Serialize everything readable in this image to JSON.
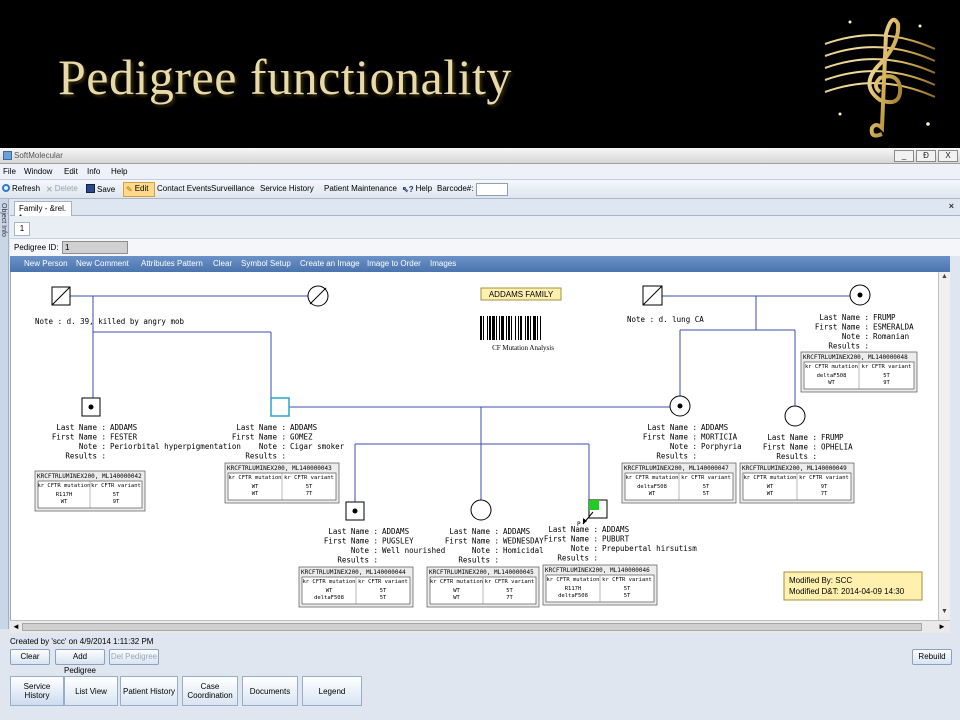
{
  "slide": {
    "title": "Pedigree functionality"
  },
  "app": {
    "window_title": "SoftMolecular",
    "window_buttons": [
      "_",
      "Ɖ",
      "X"
    ],
    "menu": [
      "File",
      "Window",
      "Edit",
      "Info",
      "Help"
    ],
    "toolbar": {
      "refresh": "Refresh",
      "delete": "Delete",
      "save": "Save",
      "edit": "Edit",
      "contact_events": "Contact Events",
      "surveillance": "Surveillance",
      "service_history": "Service History",
      "patient_maintenance": "Patient Maintenance",
      "help": "Help",
      "barcode": "Barcode#:"
    },
    "side_strip": "Object Info",
    "doc_tab": "Family - &rel. *",
    "doc_close": "×",
    "sub_tab": "1",
    "pedigree_id_label": "Pedigree ID:",
    "pedigree_id_value": "1",
    "commands": [
      "New Person",
      "New Comment",
      "Attributes Pattern",
      "Clear",
      "Symbol Setup",
      "Create an Image",
      "Image to Order",
      "Images"
    ],
    "created_by": "Created by 'scc' on 4/9/2014 1:11:32 PM",
    "buttons": {
      "clear": "Clear",
      "add_pedigree": "Add Pedigree",
      "del_pedigree": "Del Pedigree",
      "rebuild": "Rebuild"
    },
    "bottom_tabs": [
      "Service History",
      "List View",
      "Patient History",
      "Case Coordination",
      "Documents",
      "Legend"
    ],
    "scroll": {
      "up": "▲",
      "down": "▼",
      "left": "◄",
      "right": "►"
    }
  },
  "pedigree": {
    "family_label": "ADDAMS FAMILY",
    "barcode_caption": "CF Mutation Analysis",
    "modified_by": "Modified By: SCC",
    "modified_dt": "Modified D&T: 2014-04-09 14:30",
    "person_marker": "P",
    "notes": {
      "left_grandfather": "Note : d. 39, killed by angry mob",
      "right_grandfather": "Note : d. lung CA"
    },
    "field_labels": {
      "last": "Last Name :",
      "first": "First Name :",
      "note": "Note :",
      "results": "Results :"
    },
    "table_headers": [
      "kr CFTR mutation",
      "kr CFTR variant"
    ],
    "people": {
      "fester": {
        "last": "ADDAMS",
        "first": "FESTER",
        "note": "Periorbital hyperpigmentation",
        "report": "KRCFTRLUMINEX200, ML140000042",
        "rows": [
          [
            "R117H",
            "5T"
          ],
          [
            "WT",
            "9T"
          ]
        ]
      },
      "gomez": {
        "last": "ADDAMS",
        "first": "GOMEZ",
        "note": "Cigar smoker",
        "report": "KRCFTRLUMINEX200, ML140000043",
        "rows": [
          [
            "WT",
            "5T"
          ],
          [
            "WT",
            "7T"
          ]
        ]
      },
      "morticia": {
        "last": "ADDAMS",
        "first": "MORTICIA",
        "note": "Porphyria",
        "report": "KRCFTRLUMINEX200, ML140000047",
        "rows": [
          [
            "deltaF508",
            "5T"
          ],
          [
            "WT",
            "5T"
          ]
        ]
      },
      "ophelia": {
        "last": "FRUMP",
        "first": "OPHELIA",
        "report": "KRCFTRLUMINEX200, ML140000049",
        "rows": [
          [
            "WT",
            "9T"
          ],
          [
            "WT",
            "7T"
          ]
        ]
      },
      "esmeralda": {
        "last": "FRUMP",
        "first": "ESMERALDA",
        "note": "Romanian",
        "report": "KRCFTRLUMINEX200, ML140000048",
        "rows": [
          [
            "deltaF508",
            "5T"
          ],
          [
            "WT",
            "9T"
          ]
        ]
      },
      "pugsley": {
        "last": "ADDAMS",
        "first": "PUGSLEY",
        "note": "Well nourished",
        "report": "KRCFTRLUMINEX200, ML140000044",
        "rows": [
          [
            "WT",
            "5T"
          ],
          [
            "deltaF508",
            "5T"
          ]
        ]
      },
      "wednesday": {
        "last": "ADDAMS",
        "first": "WEDNESDAY",
        "note": "Homicidal",
        "report": "KRCFTRLUMINEX200, ML140000045",
        "rows": [
          [
            "WT",
            "5T"
          ],
          [
            "WT",
            "7T"
          ]
        ]
      },
      "pubert": {
        "last": "ADDAMS",
        "first": "PUBURT",
        "note": "Prepubertal hirsutism",
        "report": "KRCFTRLUMINEX200, ML140000046",
        "rows": [
          [
            "R117H",
            "5T"
          ],
          [
            "deltaF508",
            "5T"
          ]
        ]
      }
    },
    "colors": {
      "line": "#3a4fb0",
      "proband_border": "#2aa6c8",
      "affected_fill": "#22cc22",
      "label_bg": "#fff0b0"
    }
  }
}
